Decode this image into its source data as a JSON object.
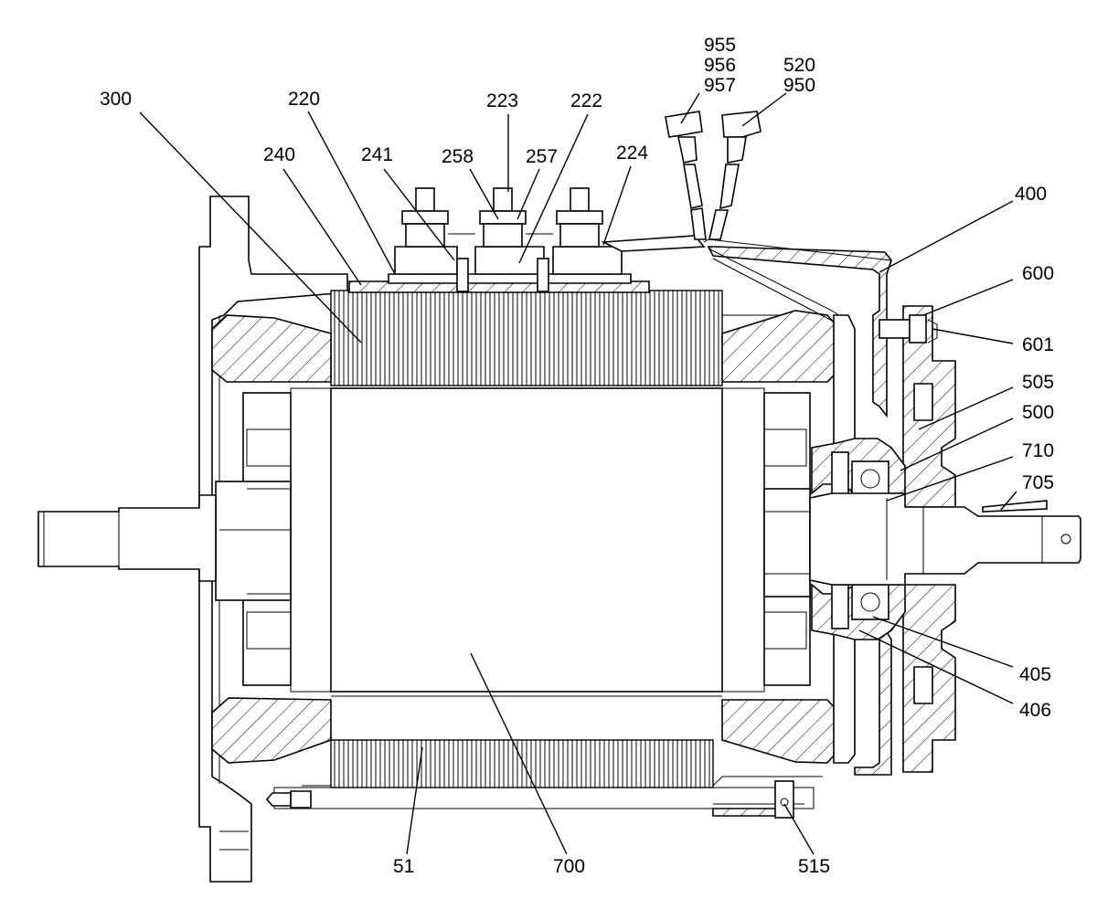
{
  "labels": {
    "l300": "300",
    "l220": "220",
    "l240": "240",
    "l241": "241",
    "l223": "223",
    "l222": "222",
    "l258": "258",
    "l257": "257",
    "l224": "224",
    "l955": "955",
    "l956": "956",
    "l957": "957",
    "l520": "520",
    "l950": "950",
    "l400": "400",
    "l600": "600",
    "l601": "601",
    "l505": "505",
    "l500": "500",
    "l710": "710",
    "l705": "705",
    "l405": "405",
    "l406": "406",
    "l515": "515",
    "l51": "51",
    "l700": "700"
  }
}
